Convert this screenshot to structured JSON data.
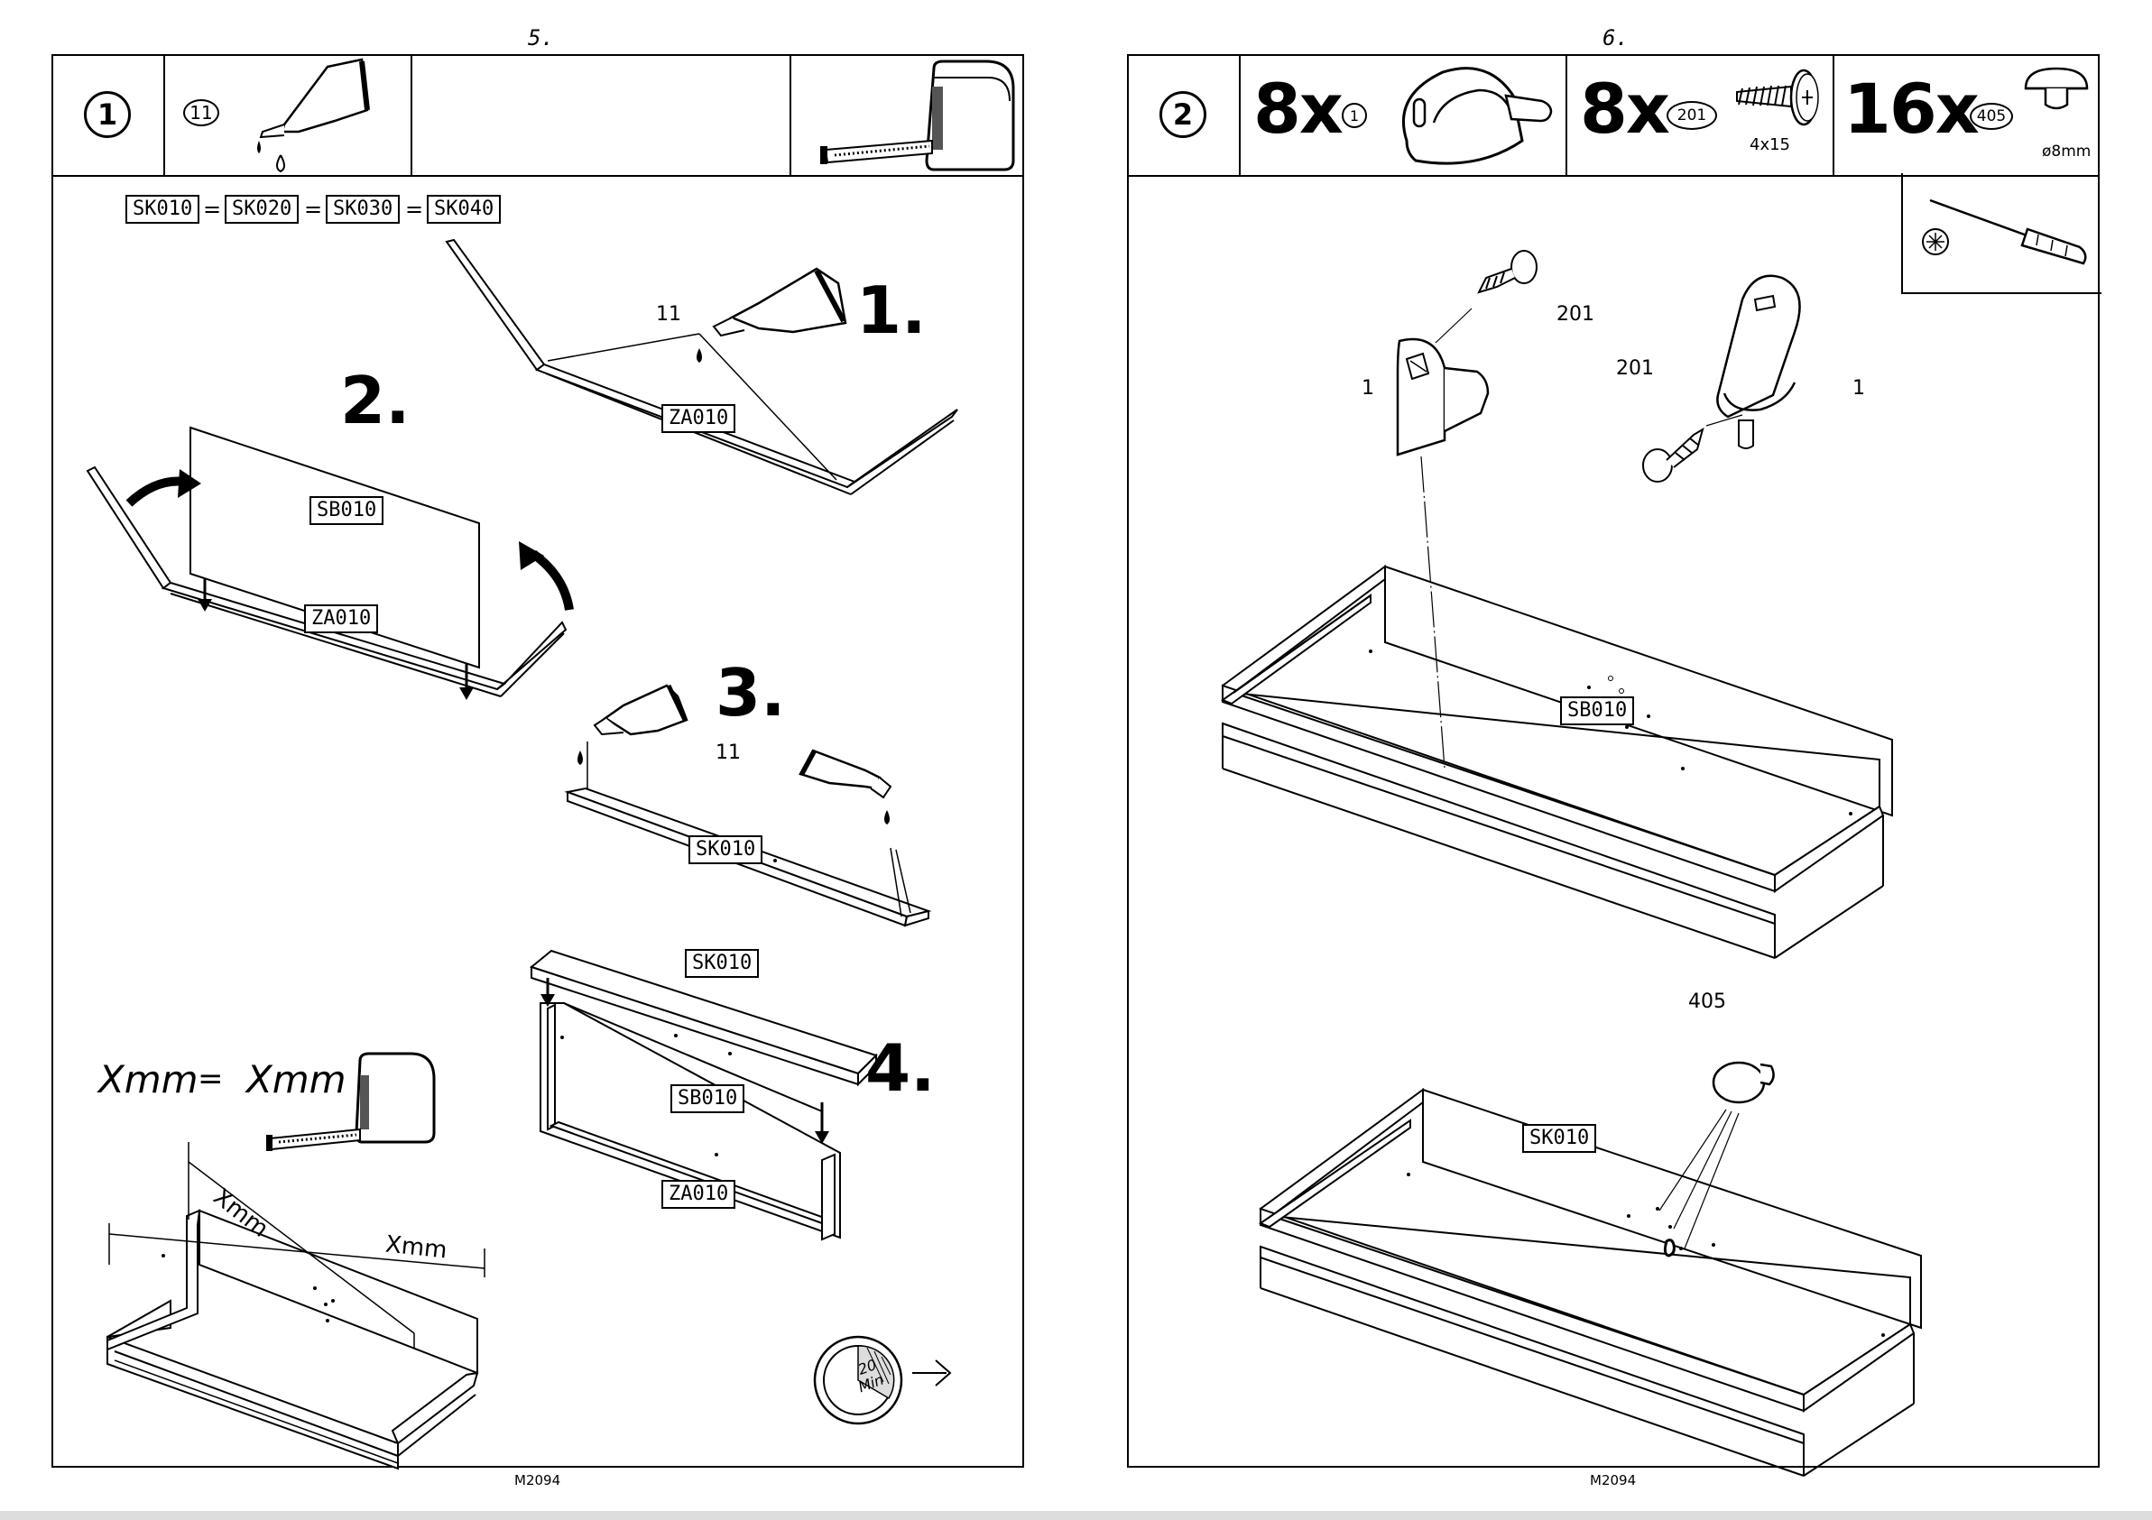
{
  "left_page": {
    "page_number": "5.",
    "footer_code": "M2094",
    "header": {
      "step_number": "1",
      "glue_part_number": "11"
    },
    "equivalence": {
      "parts": [
        "SK010",
        "SK020",
        "SK030",
        "SK040"
      ],
      "symbol": "="
    },
    "substeps": [
      {
        "number": "1.",
        "glue_label": "11",
        "part_label": "ZA010"
      },
      {
        "number": "2.",
        "part_labels": [
          "SB010",
          "ZA010"
        ]
      },
      {
        "number": "3.",
        "glue_label": "11",
        "part_label": "SK010"
      },
      {
        "number": "4.",
        "part_labels": [
          "SK010",
          "SB010",
          "ZA010"
        ]
      }
    ],
    "measure": {
      "equation_left": "Xmm",
      "equation_sign": "=",
      "equation_right": "Xmm",
      "diagonal_label_1": "Xmm",
      "diagonal_label_2": "Xmm"
    },
    "timer": {
      "value": "20",
      "unit": "Min"
    }
  },
  "right_page": {
    "page_number": "6.",
    "footer_code": "M2094",
    "header": {
      "step_number": "2",
      "items": [
        {
          "quantity": "8x",
          "part_number": "1",
          "icon": "corner-bracket-icon"
        },
        {
          "quantity": "8x",
          "part_number": "201",
          "icon": "screw-icon",
          "size": "4x15"
        },
        {
          "quantity": "16x",
          "part_number": "405",
          "icon": "knob-icon",
          "size": "ø8mm"
        }
      ],
      "tool_icon": "phillips-screwdriver-icon"
    },
    "fig_top": {
      "bracket_label_left": "1",
      "bracket_label_right": "1",
      "screw_label_left": "201",
      "screw_label_right": "201",
      "part_label": "SB010"
    },
    "fig_bottom": {
      "knob_label": "405",
      "part_label": "SK010"
    }
  }
}
